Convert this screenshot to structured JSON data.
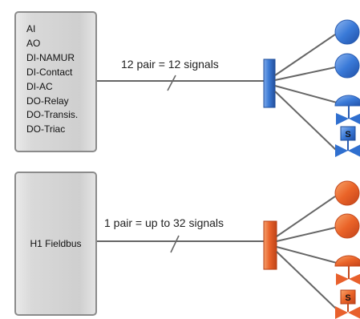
{
  "top_system": {
    "signal_types": [
      "AI",
      "AO",
      "DI-NAMUR",
      "DI-Contact",
      "DI-AC",
      "DO-Relay",
      "DO-Transis.",
      "DO-Triac"
    ],
    "cable_label": "12 pair = 12 signals",
    "color": "#2f6fcf"
  },
  "bottom_system": {
    "box_label": "H1 Fieldbus",
    "cable_label": "1 pair = up to 32 signals",
    "color": "#e8602c"
  },
  "solenoid_mark": "S"
}
